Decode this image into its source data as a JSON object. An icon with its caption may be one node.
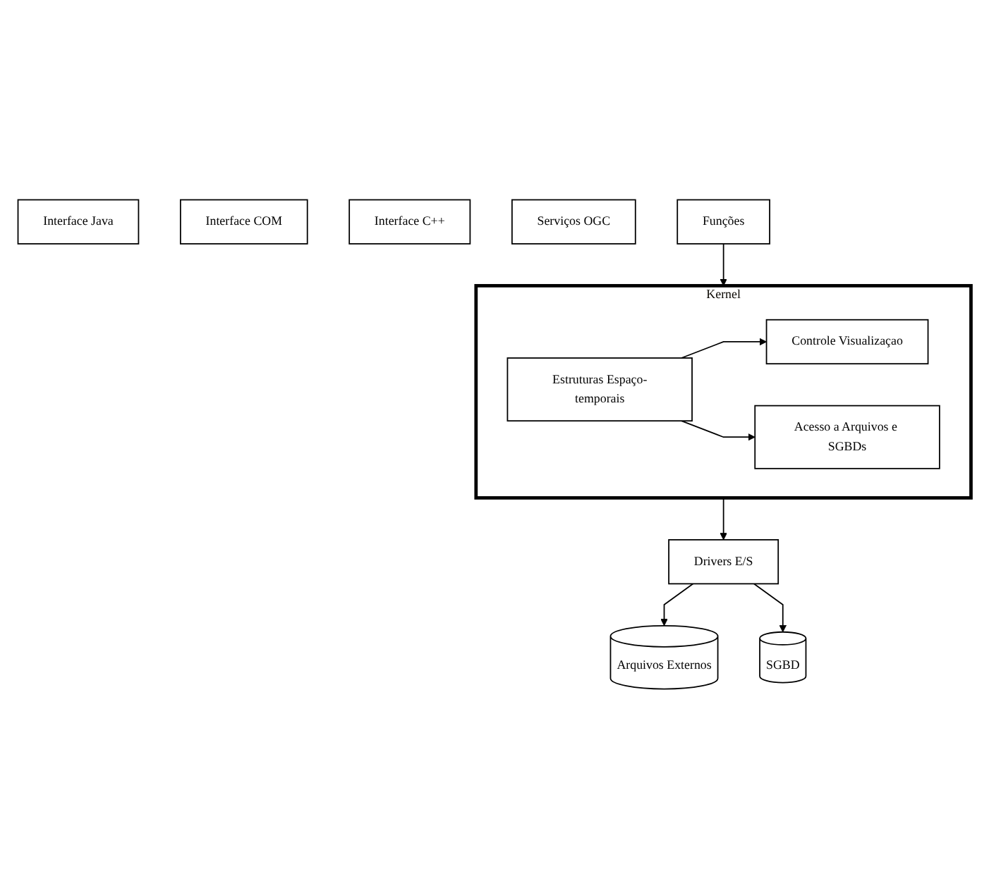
{
  "diagram": {
    "nodes": [
      {
        "text": [
          "Interface Java"
        ]
      },
      {
        "text": [
          "Interface COM"
        ]
      },
      {
        "text": [
          "Interface C++"
        ]
      },
      {
        "text": [
          "Serviços OGC"
        ]
      },
      {
        "text": [
          "Funções"
        ]
      },
      {
        "text": [
          "Kernel"
        ]
      },
      {
        "text": [
          "Controle Visualizaçao"
        ],
        "in": 5
      },
      {
        "text": [
          "Estruturas Espaço-temporais"
        ],
        "in": 5
      },
      {
        "text": [
          "Acesso a Arquivos e SGBDs"
        ],
        "in": 5
      },
      {
        "text": [
          "Drivers E/S"
        ]
      },
      {
        "text": [
          "Arquivos Externos"
        ]
      },
      {
        "text": [
          "SGBD"
        ]
      }
    ],
    "edges": [
      {
        "from": 4,
        "to": 5,
        "arrow": "to"
      },
      {
        "from": 7,
        "to": 6,
        "arrow": "to"
      },
      {
        "from": 7,
        "to": 8,
        "arrow": "to"
      },
      {
        "from": 5,
        "to": 9,
        "arrow": "to"
      },
      {
        "from": 9,
        "to": 10,
        "arrow": "to"
      },
      {
        "from": 9,
        "to": 11,
        "arrow": "to"
      }
    ]
  }
}
